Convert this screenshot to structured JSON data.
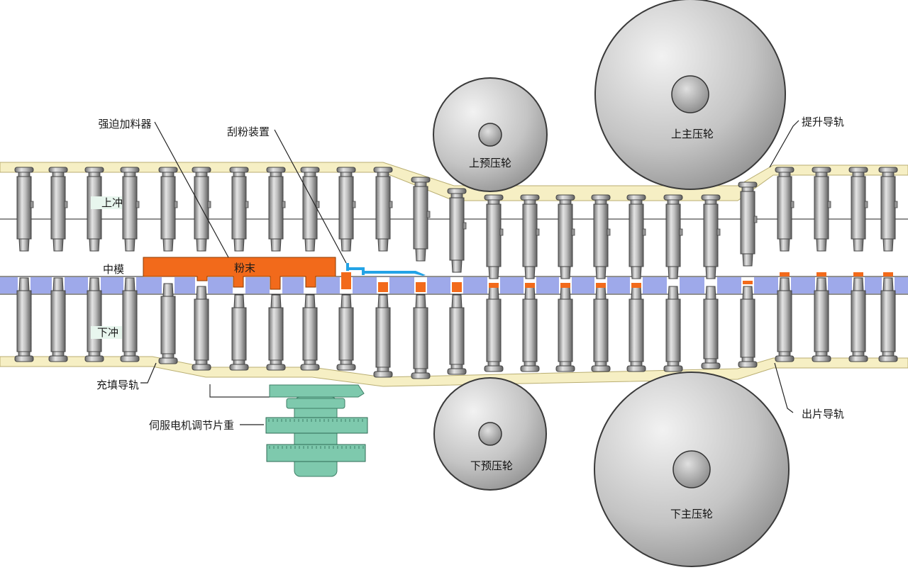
{
  "labels": {
    "forced_feeder": "强迫加料器",
    "scraper": "刮粉装置",
    "upper_punch": "上冲",
    "middle_die": "中模",
    "lower_punch": "下冲",
    "powder": "粉末",
    "fill_rail": "充填导轨",
    "servo": "伺服电机调节片重",
    "lift_rail": "提升导轨",
    "eject_rail": "出片导轨"
  },
  "wheels": {
    "upper_pre": "上预压轮",
    "lower_pre": "下预压轮",
    "upper_main": "上主压轮",
    "lower_main": "下主压轮"
  },
  "colors": {
    "rail": "#f6efc4",
    "rail_stroke": "#b9ae72",
    "powder": "#f26a1b",
    "die": "#8d9ae6",
    "wheel": "#c8c8c8",
    "servo": "#7ec9ad",
    "scraper": "#23a3e6",
    "punch": "#b0b0b0"
  }
}
